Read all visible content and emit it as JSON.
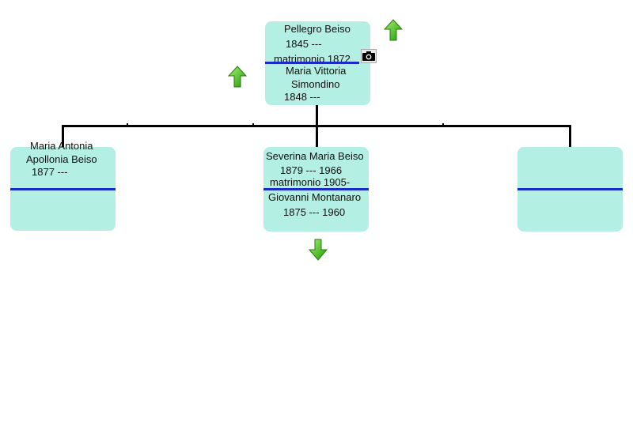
{
  "parents": {
    "father": {
      "name": "Pellegro Beiso",
      "dates": "1845 ---"
    },
    "marriage": "matrimonio 1872",
    "mother": {
      "name_line1": "Maria Vittoria",
      "name_line2": "Simondino",
      "dates": "1848 ---"
    }
  },
  "children": [
    {
      "name_line1": "Maria Antonia",
      "name_line2": "Apollonia Beiso",
      "dates": "1877 ---"
    },
    {
      "name": "Severina Maria Beiso",
      "dates": "1879 --- 1966",
      "marriage": "matrimonio 1905-",
      "spouse": {
        "name": "Giovanni Montanaro",
        "dates": "1875 --- 1960"
      }
    },
    {}
  ],
  "icons": {
    "arrow_up_color": "#2fb800",
    "arrow_down_color": "#2fb800",
    "camera": "camera-icon"
  },
  "colors": {
    "card": "#b3efe3",
    "divider": "#1a2bc8",
    "connector": "#000000"
  }
}
